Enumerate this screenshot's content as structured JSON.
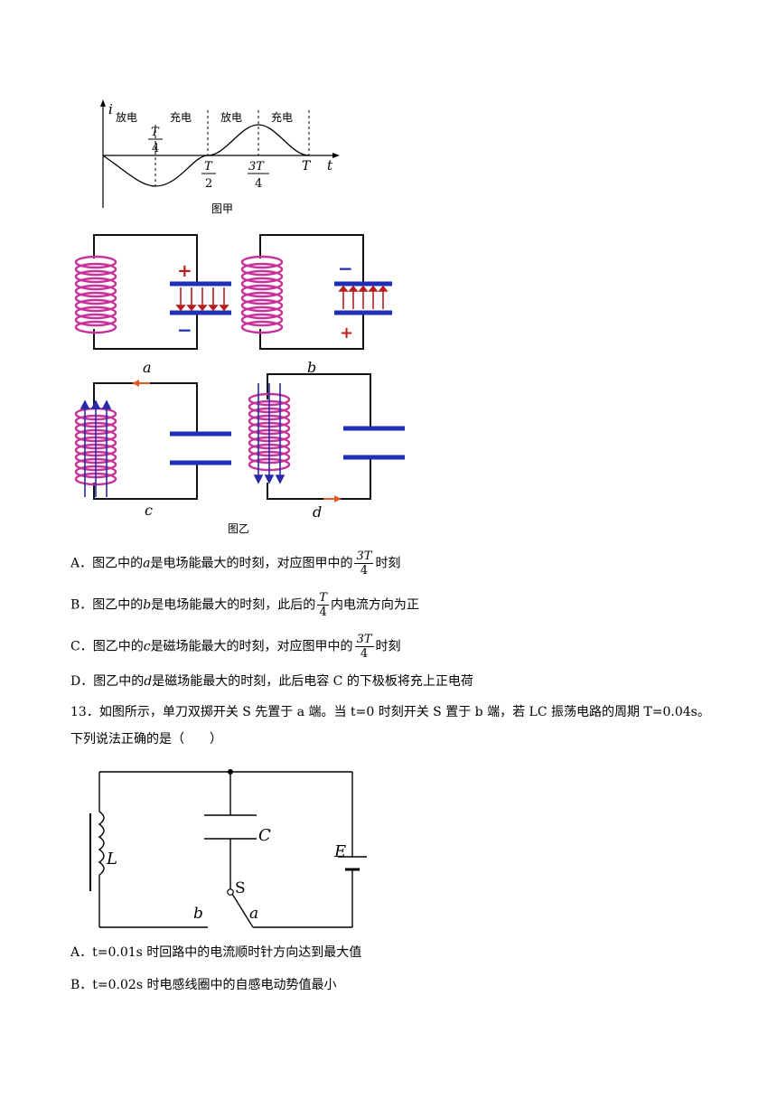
{
  "figure_jia": {
    "labels": {
      "i": "i",
      "t": "t",
      "T4": "T",
      "T4d": "4",
      "T2": "T",
      "T2d": "2",
      "T34": "3T",
      "T34d": "4",
      "T": "T"
    },
    "segments": [
      "放电",
      "充电",
      "放电",
      "充电"
    ],
    "caption": "图甲"
  },
  "figure_yi": {
    "sub_a": "a",
    "sub_b": "b",
    "sub_c": "c",
    "sub_d": "d",
    "plus": "+",
    "minus": "−",
    "caption": "图乙"
  },
  "options_12": [
    {
      "prefix": "A．图乙中的",
      "var": "a",
      "mid": "是电场能最大的时刻，对应图甲中的",
      "frac_num": "3T",
      "frac_den": "4",
      "suffix": "时刻"
    },
    {
      "prefix": "B．图乙中的",
      "var": "b",
      "mid": "是电场能最大的时刻，此后的",
      "frac_num": "T",
      "frac_den": "4",
      "suffix": "内电流方向为正"
    },
    {
      "prefix": "C．图乙中的",
      "var": "c",
      "mid": "是磁场能最大的时刻，对应图甲中的",
      "frac_num": "3T",
      "frac_den": "4",
      "suffix": "时刻"
    },
    {
      "prefix": "D．图乙中的",
      "var": "d",
      "mid": "是磁场能最大的时刻，此后电容 C 的下极板将充上正电荷",
      "frac_num": "",
      "frac_den": "",
      "suffix": ""
    }
  ],
  "question_13": {
    "line1": "13．如图所示，单刀双掷开关 S 先置于 a 端。当 t=0 时刻开关 S 置于 b 端，若 LC 振荡电路的周期 T=0.04s。",
    "line2": "下列说法正确的是（　　）"
  },
  "circuit": {
    "L": "L",
    "C": "C",
    "E": "E",
    "S": "S",
    "a": "a",
    "b": "b"
  },
  "options_13": [
    {
      "text": "A．t=0.01s 时回路中的电流顺时针方向达到最大值"
    },
    {
      "text": "B．t=0.02s 时电感线圈中的自感电动势值最小"
    }
  ]
}
